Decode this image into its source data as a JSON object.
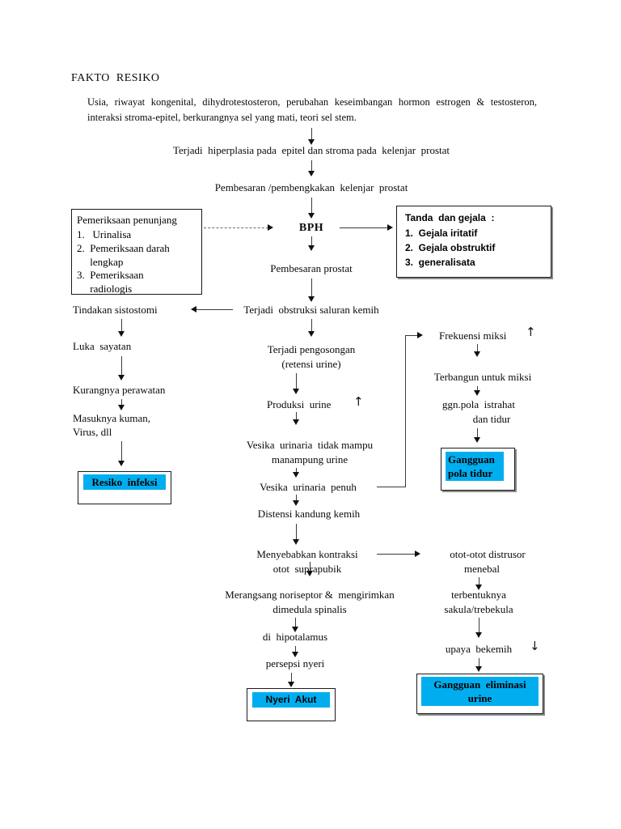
{
  "document": {
    "title": "FAKTO  RESIKO",
    "accent_color": "#00AEEF",
    "line_color": "#3a3a3a"
  },
  "risk_factors": {
    "text": "Usia,  riwayat  kongenital, dihydrotestosteron,   perubahan keseimbangan  hormon  estrogen  &  testosteron,  interaksi stroma-epitel,  berkurangnya  sel yang mati,  teori sel stem."
  },
  "flow": {
    "hiperplasia": "Terjadi  hiperplasia pada  epitel dan stroma pada  kelenjar  prostat",
    "pembesaran_kelenjar": "Pembesaran /pembengkakan  kelenjar  prostat",
    "bph": "BPH",
    "pembesaran_prostat": "Pembesaran prostat",
    "obstruksi": "Terjadi  obstruksi saluran kemih"
  },
  "pemeriksaan_box": {
    "heading": "Pemeriksaan penunjang",
    "items": [
      "1.   Urinalisa",
      "2.  Pemeriksaan darah",
      "     lengkap",
      "3.  Pemeriksaan",
      "     radiologis"
    ]
  },
  "tanda_box": {
    "heading": "Tanda  dan gejala  :",
    "items": [
      "1.  Gejala iritatif",
      "2.  Gejala obstruktif",
      "3.  generalisata"
    ]
  },
  "left_branch": {
    "sistostomi": "Tindakan sistostomi",
    "luka": "Luka  sayatan",
    "kurangnya_perawatan": "Kurangnya perawatan",
    "masuknya_kuman_line1": "Masuknya kuman,",
    "masuknya_kuman_line2": "Virus, dll",
    "diagnosis": "Resiko  infeksi"
  },
  "center_branch": {
    "pengosongan_line1": "Terjadi pengosongan",
    "pengosongan_line2": "(retensi urine)",
    "produksi_urine": "Produksi  urine",
    "produksi_urine_arrow": "↑",
    "vesika_tidak_mampu_line1": "Vesika  urinaria  tidak mampu",
    "vesika_tidak_mampu_line2": "manampung urine",
    "vesika_penuh": "Vesika  urinaria  penuh",
    "distensi": "Distensi kandung kemih",
    "kontraksi_line1": "Menyebabkan kontraksi",
    "kontraksi_line2": "otot  suprapubik",
    "noriseptor_line1": "Merangsang noriseptor &  mengirimkan",
    "noriseptor_line2": "dimedula spinalis",
    "hipotalamus": "di  hipotalamus",
    "persepsi_nyeri": "persepsi nyeri",
    "diagnosis": "Nyeri  Akut"
  },
  "right_branch_top": {
    "frekuensi_miksi": "Frekuensi miksi",
    "frekuensi_miksi_arrow": "↑",
    "terbangun": "Terbangun untuk miksi",
    "ggn_pola_line1": "ggn.pola  istrahat",
    "ggn_pola_line2": "dan tidur",
    "diagnosis_line1": "Gangguan",
    "diagnosis_line2": "pola tidur"
  },
  "right_branch_bottom": {
    "distrusor_line1": "otot-otot distrusor",
    "distrusor_line2": "menebal",
    "sakula_line1": "terbentuknya",
    "sakula_line2": "sakula/trebekula",
    "upaya_bekemih": "upaya  bekemih",
    "upaya_bekemih_arrow": "↓",
    "diagnosis_line1": "Gangguan  eliminasi",
    "diagnosis_line2": "urine"
  }
}
